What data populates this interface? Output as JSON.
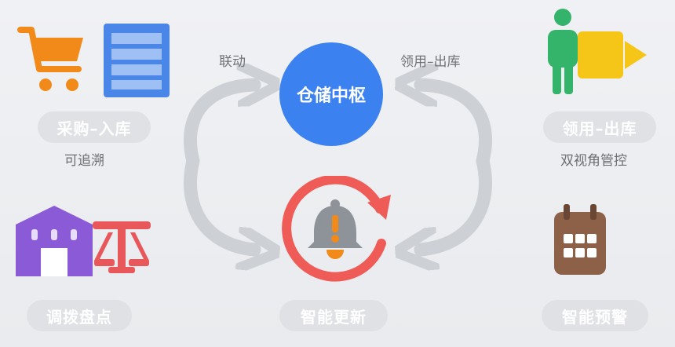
{
  "hub": {
    "label": "仓储中枢"
  },
  "flow_labels": {
    "left": "联动",
    "right": "领用–出库"
  },
  "nodes": {
    "purchase": {
      "label": "采购–入库",
      "note": "可追溯",
      "icons": [
        "shopping-cart-icon",
        "shelf-icon"
      ]
    },
    "issue": {
      "label": "领用–出库",
      "note": "双视角管控",
      "icons": [
        "person-icon",
        "camera-icon"
      ]
    },
    "transfer": {
      "label": "调拨盘点",
      "icons": [
        "warehouse-icon",
        "scale-icon"
      ]
    },
    "update": {
      "label": "智能更新",
      "icons": [
        "alert-bell-icon",
        "refresh-arrow-icon"
      ]
    },
    "alert": {
      "label": "智能预警",
      "icons": [
        "calendar-icon"
      ]
    }
  },
  "colors": {
    "hub": "#3b82f0",
    "cart": "#f28a1a",
    "shelf": "#4a86e8",
    "person": "#34b36a",
    "camera": "#f5c518",
    "warehouse": "#8b5ad6",
    "scale": "#e8575a",
    "refresh": "#ef5b57",
    "bell": "#8e9299",
    "calendar": "#8d6147",
    "arrow": "#cdd0d4",
    "pill": "#dfe1e5"
  }
}
